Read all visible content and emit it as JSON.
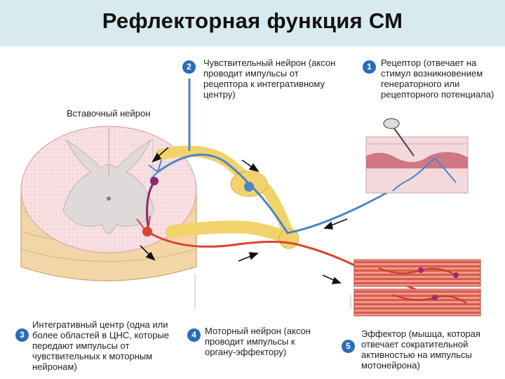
{
  "title": "Рефлекторная функция СМ",
  "labels": {
    "interneuron": "Вставочный нейрон",
    "sensory": {
      "num": "2",
      "text": "Чувствительный нейрон (аксон проводит импульсы от рецептора к интегративному центру)"
    },
    "receptor": {
      "num": "1",
      "text": "Рецептор (отвечает на стимул возникновением генераторного или рецепторного потенциала)"
    },
    "center": {
      "num": "3",
      "text": "Интегративный центр (одна или более областей в ЦНС, которые передают импульсы от чувствительных к моторным нейронам)"
    },
    "motor": {
      "num": "4",
      "text": "Моторный нейрон (аксон проводит импульсы к органу-эффектору)"
    },
    "effector": {
      "num": "5",
      "text": "Эффектор (мышца, которая отвечает сократительной активностью на импульсы мотонейрона)"
    }
  },
  "colors": {
    "sensory_neuron": "#4a86c8",
    "motor_neuron": "#d9442f",
    "interneuron": "#8a2a6a",
    "nerve": "#f2d36b",
    "badge": "#2a6db5",
    "title_bar": "#d7eaef"
  }
}
